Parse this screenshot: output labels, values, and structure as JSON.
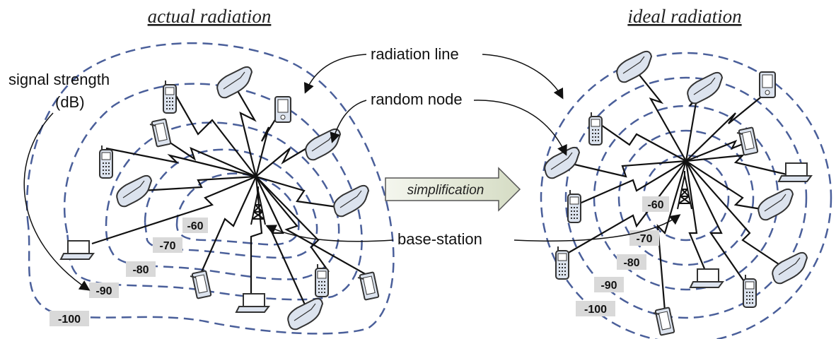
{
  "titles": {
    "left": "actual radiation",
    "right": "ideal radiation"
  },
  "callouts": {
    "signal_strength_1": "signal strength",
    "signal_strength_2": "(dB)",
    "radiation_line": "radiation line",
    "random_node": "random node",
    "base_station": "base-station"
  },
  "arrow_label": "simplification",
  "left_levels": [
    "-60",
    "-70",
    "-80",
    "-90",
    "-100"
  ],
  "right_levels": [
    "-60",
    "-70",
    "-80",
    "-90",
    "-100"
  ],
  "colors": {
    "contour": "#4a5f9a",
    "node_fill": "#dce3ee",
    "badge": "#d9d9d9",
    "arrow_fill": "#e6ead8"
  }
}
